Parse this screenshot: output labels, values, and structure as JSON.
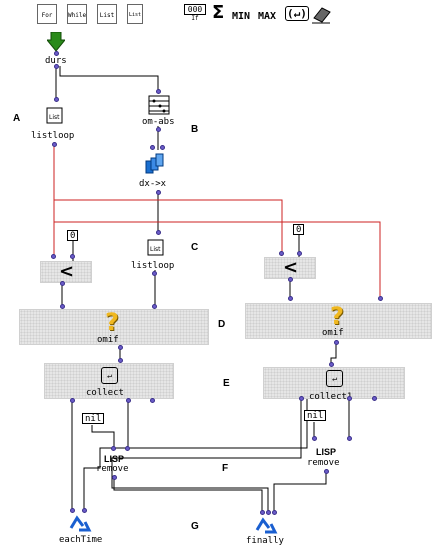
{
  "toolbar": {
    "for_label": "For",
    "while_label": "While",
    "list_label": "List",
    "list2_label": "List",
    "counter_label": "000",
    "if_label": "If",
    "sum_label": "Σ",
    "min_label": "MIN",
    "max_label": "MAX",
    "bracket_label": "(↵)"
  },
  "boxes": {
    "durs": "durs",
    "listloop_a": "listloop",
    "om_abs": "om-abs",
    "dx_x": "dx->x",
    "listloop_c": "listloop",
    "omif_left": "omif",
    "omif_right": "omif",
    "collect": "collect",
    "collect1": "collect1",
    "remove_left": "remove",
    "remove_right": "remove",
    "eachtime": "eachTime",
    "finally": "finally"
  },
  "constants": {
    "zero_left": "0",
    "zero_right": "0",
    "nil_left": "nil",
    "nil_right": "nil",
    "lisp_left": "LISP",
    "lisp_right": "LISP",
    "less_left": "<",
    "less_right": "<",
    "question_left": "?",
    "question_right": "?"
  },
  "annotations": {
    "a": "A",
    "b": "B",
    "c": "C",
    "d": "D",
    "e": "E",
    "f": "F",
    "g": "G"
  },
  "colors": {
    "wire_red": "#cc2222",
    "wire_black": "#000000",
    "port": "#6b5cc9",
    "input_arrow": "#2a8a1a"
  }
}
